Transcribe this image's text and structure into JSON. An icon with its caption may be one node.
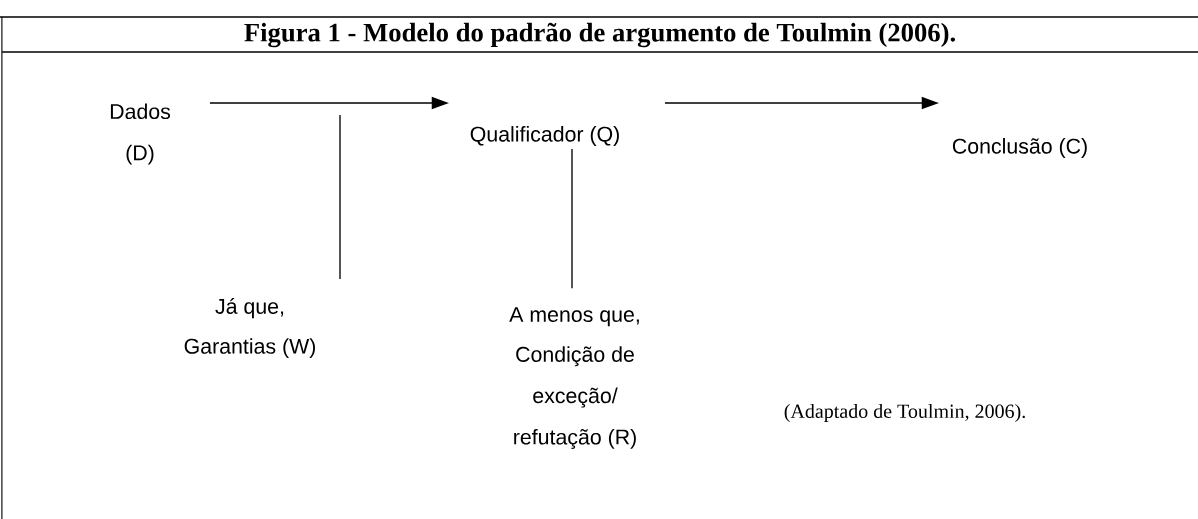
{
  "diagram": {
    "title": "Figura 1 - Modelo do padrão de argumento de Toulmin (2006).",
    "nodes": [
      {
        "text": [
          "Dados (D)"
        ]
      },
      {
        "text": [
          "Qualificador (Q)"
        ]
      },
      {
        "text": [
          "Conclusão (C)"
        ]
      },
      {
        "text": [
          "Já que,",
          "Garantias (W)"
        ]
      },
      {
        "text": [
          "A menos que,",
          "Condição de exceção/ refutação (R)"
        ]
      }
    ],
    "edges": [
      {
        "from": 0,
        "to": 1,
        "arrow": "to"
      },
      {
        "from": 1,
        "to": 2,
        "arrow": "to"
      },
      {
        "from": 3,
        "to": null,
        "arrow": "none"
      },
      {
        "from": 4,
        "to": 1,
        "arrow": "none"
      }
    ],
    "labels": [
      "(Adaptado de Toulmin, 2006)."
    ]
  }
}
